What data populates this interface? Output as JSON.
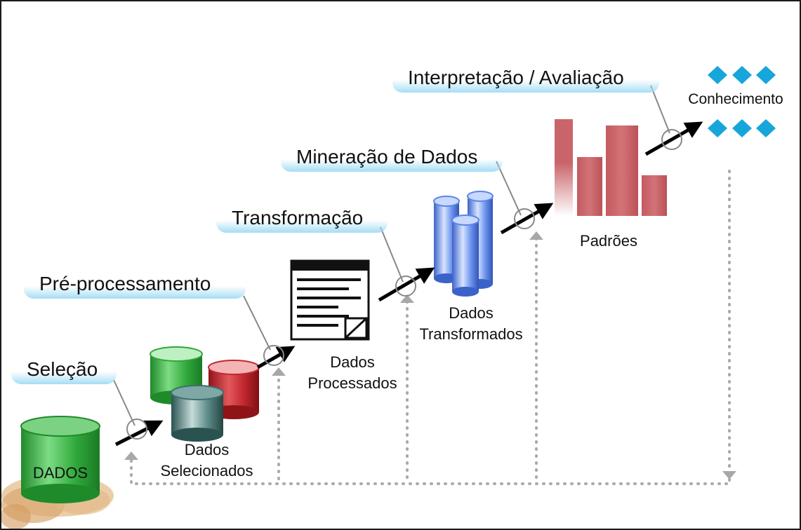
{
  "steps": {
    "selecao": "Seleção",
    "preprocessamento": "Pré-processamento",
    "transformacao": "Transformação",
    "mineracao": "Mineração de Dados",
    "interpretacao": "Interpretação / Avaliação"
  },
  "nodes": {
    "dados": "DADOS",
    "selecionados": "Dados\nSelecionados",
    "processados": "Dados\nProcessados",
    "transformados": "Dados\nTransformados",
    "padroes": "Padrões",
    "conhecimento": "Conhecimento"
  },
  "colors": {
    "green": "#2fa83a",
    "red": "#c0282e",
    "teal": "#3d6f6c",
    "blue": "#5a86e6",
    "bars": "#c9656a",
    "diamonds": "#17a6d9",
    "feedback": "#aaaaaa",
    "arrow": "#000000"
  }
}
